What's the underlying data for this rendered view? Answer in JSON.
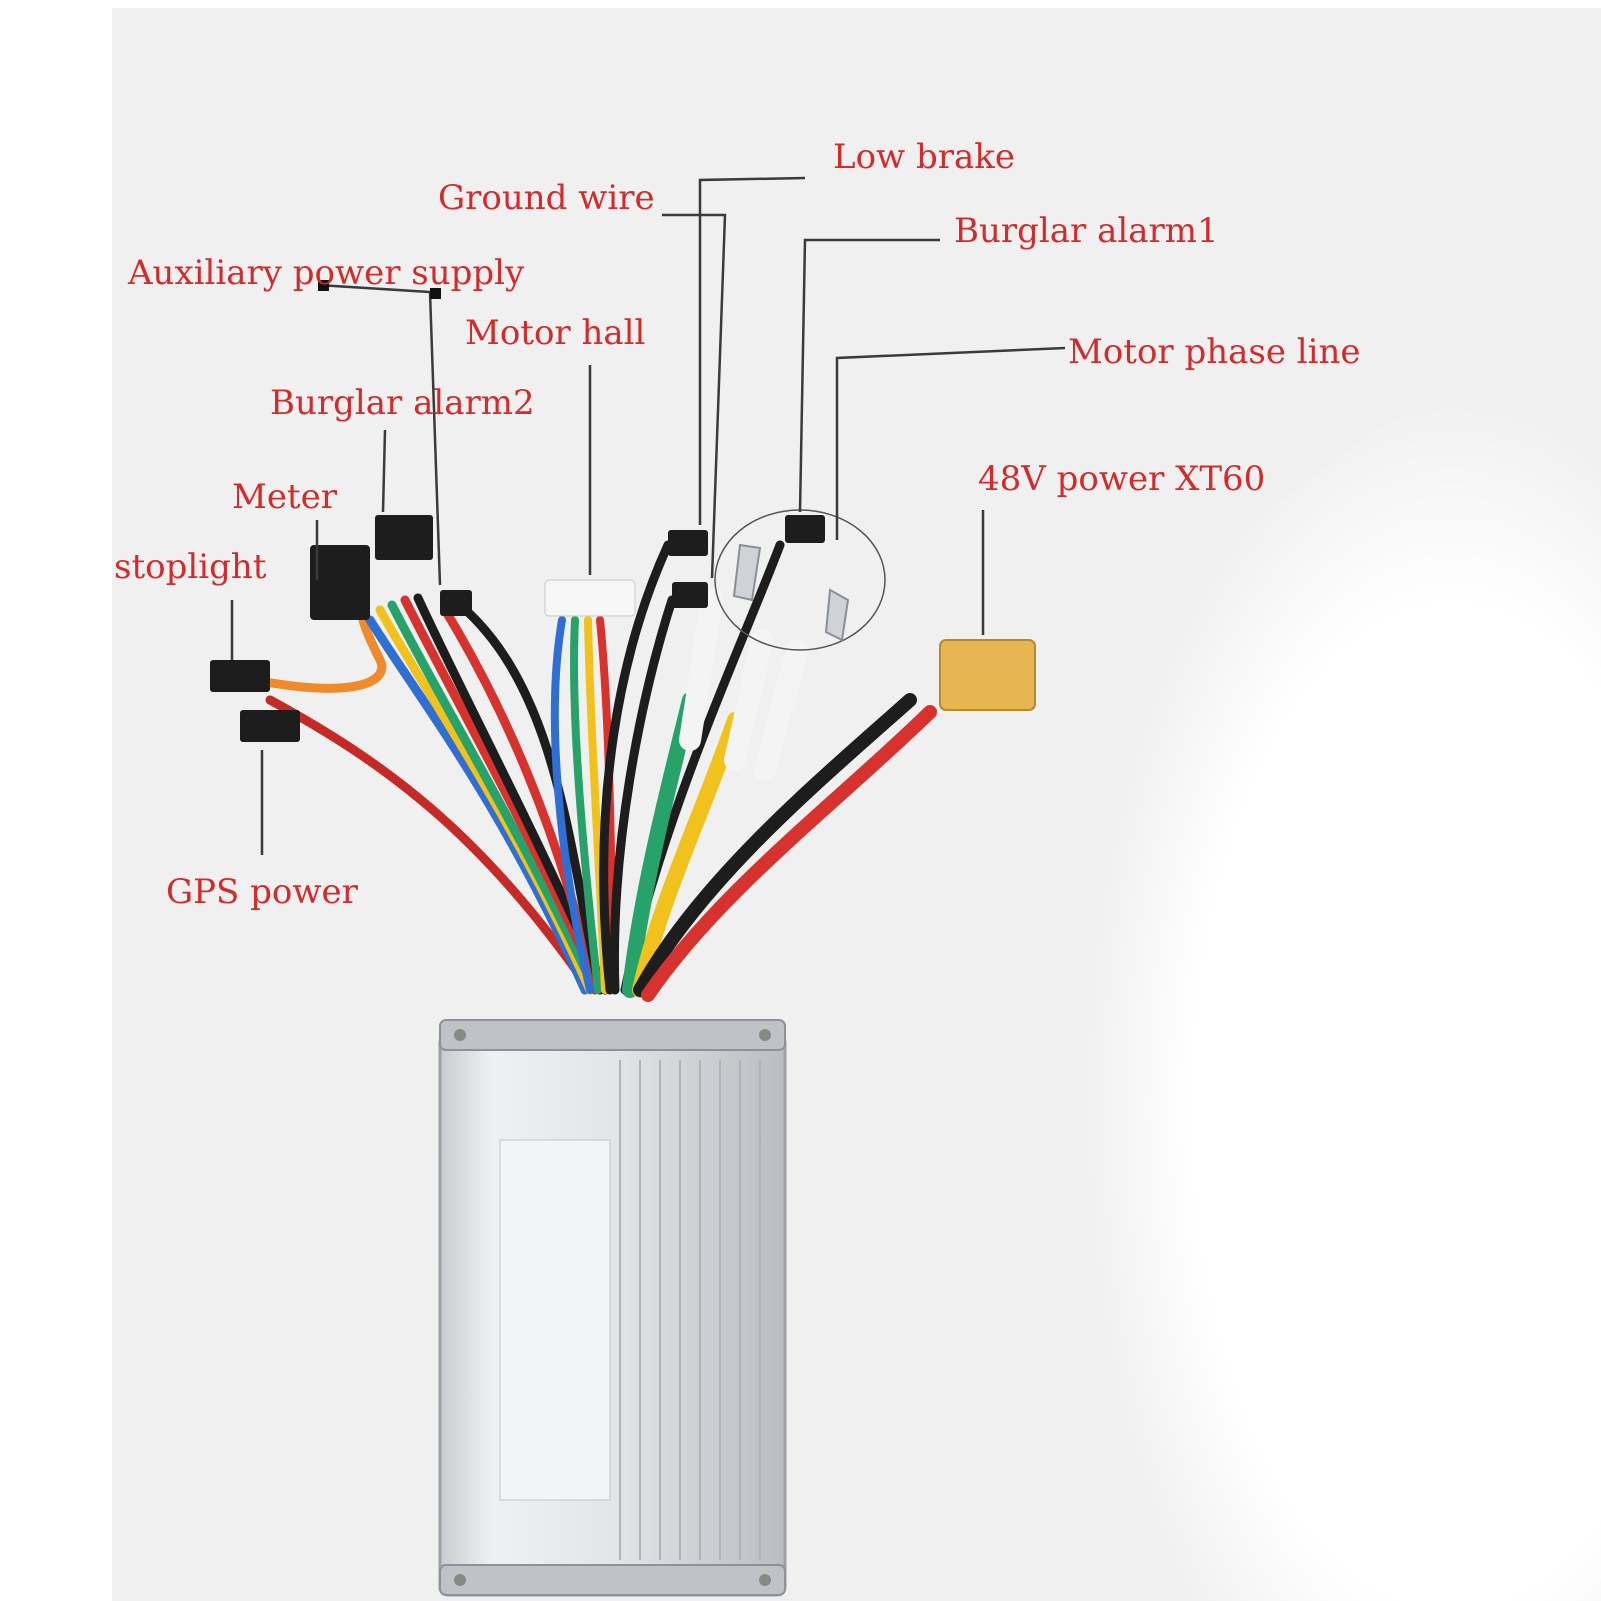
{
  "colors": {
    "label_text": "#d42a2a",
    "leader_line": "#3a3a3a",
    "background": "#f3f3f3",
    "wire_red": "#d8322e",
    "wire_black": "#1d1d1d",
    "wire_yellow": "#f1c21b",
    "wire_green": "#27a36a",
    "wire_blue": "#2f6fd4",
    "wire_orange": "#f08a2a",
    "connector_xt60": "#e7b650",
    "controller_body": "#d7d9dc"
  },
  "labels": {
    "low_brake": "Low brake",
    "ground_wire": "Ground wire",
    "burglar_alarm1": "Burglar alarm1",
    "auxiliary_power_supply": "Auxiliary power supply",
    "motor_hall": "Motor hall",
    "motor_phase_line": "Motor phase line",
    "burglar_alarm2": "Burglar alarm2",
    "power_48v_xt60": "48V power XT60",
    "meter": "Meter",
    "stoplight": "stoplight",
    "gps_power": "GPS power"
  }
}
